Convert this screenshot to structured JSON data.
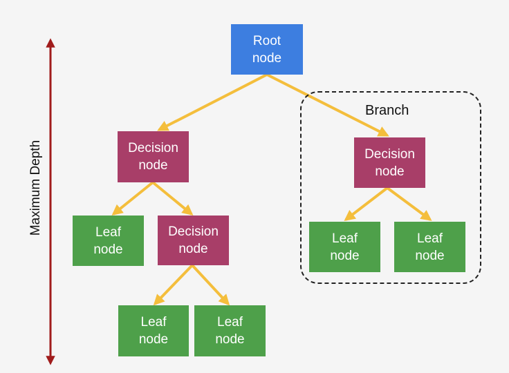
{
  "diagram": {
    "depth_axis": {
      "label": "Maximum Depth",
      "color": "#a01c1c"
    },
    "branch": {
      "label": "Branch"
    },
    "edge_color": "#f4be3c",
    "node_colors": {
      "root": "#3d7ee0",
      "decision": "#a83e68",
      "leaf": "#4ea04a"
    },
    "nodes": {
      "root": "Root\nnode",
      "decision_left": "Decision\nnode",
      "decision_right": "Decision\nnode",
      "decision_mid": "Decision\nnode",
      "leaf_left": "Leaf\nnode",
      "leaf_bottom_left": "Leaf\nnode",
      "leaf_bottom_right": "Leaf\nnode",
      "leaf_branch_left": "Leaf\nnode",
      "leaf_branch_right": "Leaf\nnode"
    }
  }
}
